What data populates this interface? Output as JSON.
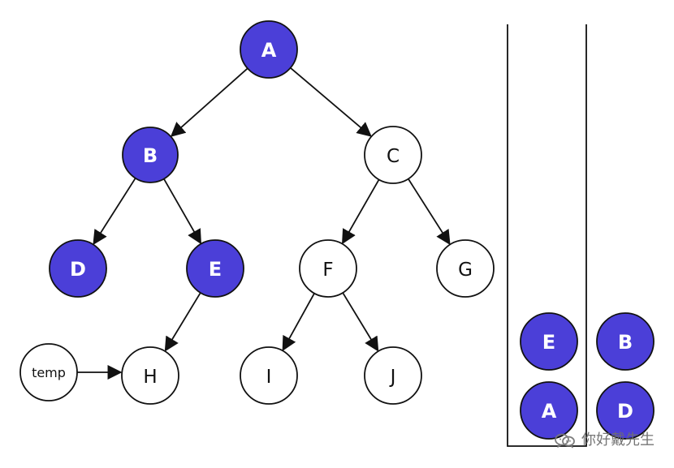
{
  "colors": {
    "highlight_fill": "#4B3FD8",
    "default_fill": "#FFFFFF",
    "stroke": "#111111",
    "highlight_text": "#FFFFFF",
    "default_text": "#111111",
    "watermark_text": "#6F6F6F"
  },
  "tree": {
    "nodes": [
      {
        "id": "A",
        "label": "A",
        "highlighted": true
      },
      {
        "id": "B",
        "label": "B",
        "highlighted": true
      },
      {
        "id": "C",
        "label": "C",
        "highlighted": false
      },
      {
        "id": "D",
        "label": "D",
        "highlighted": true
      },
      {
        "id": "E",
        "label": "E",
        "highlighted": true
      },
      {
        "id": "F",
        "label": "F",
        "highlighted": false
      },
      {
        "id": "G",
        "label": "G",
        "highlighted": false
      },
      {
        "id": "H",
        "label": "H",
        "highlighted": false
      },
      {
        "id": "I",
        "label": "I",
        "highlighted": false
      },
      {
        "id": "J",
        "label": "J",
        "highlighted": false
      }
    ],
    "edges": [
      {
        "from": "A",
        "to": "B"
      },
      {
        "from": "A",
        "to": "C"
      },
      {
        "from": "B",
        "to": "D"
      },
      {
        "from": "B",
        "to": "E"
      },
      {
        "from": "C",
        "to": "F"
      },
      {
        "from": "C",
        "to": "G"
      },
      {
        "from": "E",
        "to": "H"
      },
      {
        "from": "F",
        "to": "I"
      },
      {
        "from": "F",
        "to": "J"
      }
    ]
  },
  "temp_node": {
    "label": "temp"
  },
  "stack_nodes": [
    {
      "id": "stack-e",
      "label": "E",
      "highlighted": true
    },
    {
      "id": "stack-a",
      "label": "A",
      "highlighted": true
    },
    {
      "id": "side-b",
      "label": "B",
      "highlighted": true
    },
    {
      "id": "side-d",
      "label": "D",
      "highlighted": true
    }
  ],
  "watermark": {
    "text": "你好戴先生",
    "icon": "wechat-icon"
  }
}
